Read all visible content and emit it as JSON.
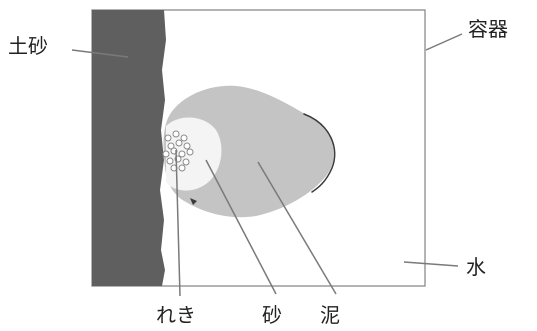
{
  "labels": {
    "soil": "土砂",
    "container": "容器",
    "water": "水",
    "gravel": "れき",
    "sand": "砂",
    "mud": "泥"
  },
  "colors": {
    "soil": "#5f5f5f",
    "mud": "#c4c4c4",
    "sand": "#f4f4f4",
    "gravel_dots": "#8a8a8a",
    "container_border": "#9a9a9a",
    "leader_lines": "#7a7a7a",
    "text": "#222222"
  }
}
